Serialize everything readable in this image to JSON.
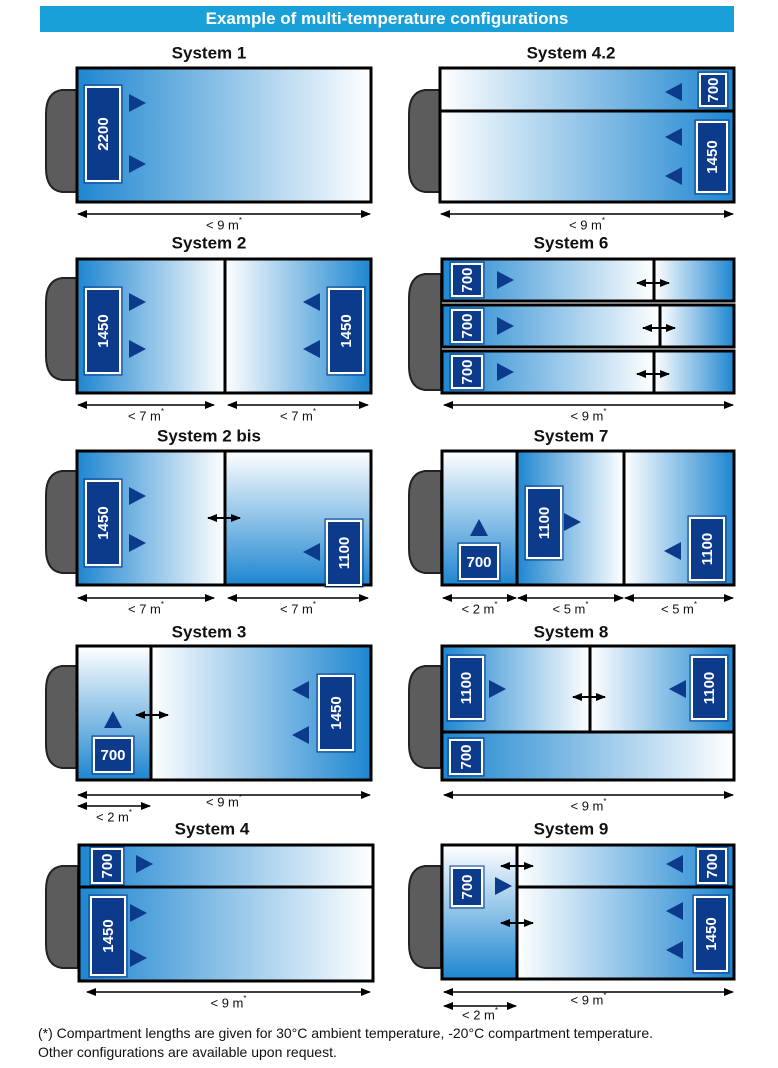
{
  "header": {
    "title": "Example of multi-temperature configurations"
  },
  "footnote": {
    "line1": "(*) Compartment lengths are given for 30°C ambient temperature, -20°C compartment temperature.",
    "line2": "Other configurations are available upon request."
  },
  "colors": {
    "header_bg": "#1aa0d8",
    "label_fill": "#0d3b8c",
    "arrow": "#0d3b8c",
    "cab": "#5c5c5c",
    "gradient_dark": "#1e86d0",
    "gradient_light": "#ffffff"
  },
  "icons": {
    "cooling_unit": "triangle-arrow-icon",
    "movable_partition": "double-arrow-icon",
    "cab": "truck-cab-icon"
  },
  "systems": [
    {
      "id": "system-1",
      "title": "System 1",
      "units": [
        "2200"
      ],
      "dimensions": [
        "< 9 m*"
      ]
    },
    {
      "id": "system-4-2",
      "title": "System 4.2",
      "units": [
        "700",
        "1450"
      ],
      "dimensions": [
        "< 9 m*"
      ]
    },
    {
      "id": "system-2",
      "title": "System 2",
      "units": [
        "1450",
        "1450"
      ],
      "dimensions": [
        "< 7 m*",
        "< 7 m*"
      ]
    },
    {
      "id": "system-6",
      "title": "System 6",
      "units": [
        "700",
        "700",
        "700"
      ],
      "dimensions": [
        "< 9 m*"
      ]
    },
    {
      "id": "system-2-bis",
      "title": "System 2 bis",
      "units": [
        "1450",
        "1100"
      ],
      "dimensions": [
        "< 7 m*",
        "< 7 m*"
      ]
    },
    {
      "id": "system-7",
      "title": "System 7",
      "units": [
        "700",
        "1100",
        "1100"
      ],
      "dimensions": [
        "< 2 m*",
        "< 5 m*",
        "< 5 m*"
      ]
    },
    {
      "id": "system-3",
      "title": "System 3",
      "units": [
        "700",
        "1450"
      ],
      "dimensions": [
        "< 2 m*",
        "< 9 m*"
      ]
    },
    {
      "id": "system-8",
      "title": "System 8",
      "units": [
        "1100",
        "1100",
        "700"
      ],
      "dimensions": [
        "< 9 m*"
      ]
    },
    {
      "id": "system-4",
      "title": "System 4",
      "units": [
        "700",
        "1450"
      ],
      "dimensions": [
        "< 9 m*"
      ]
    },
    {
      "id": "system-9",
      "title": "System 9",
      "units": [
        "700",
        "700",
        "1450"
      ],
      "dimensions": [
        "< 2 m*",
        "< 9 m*"
      ]
    }
  ]
}
